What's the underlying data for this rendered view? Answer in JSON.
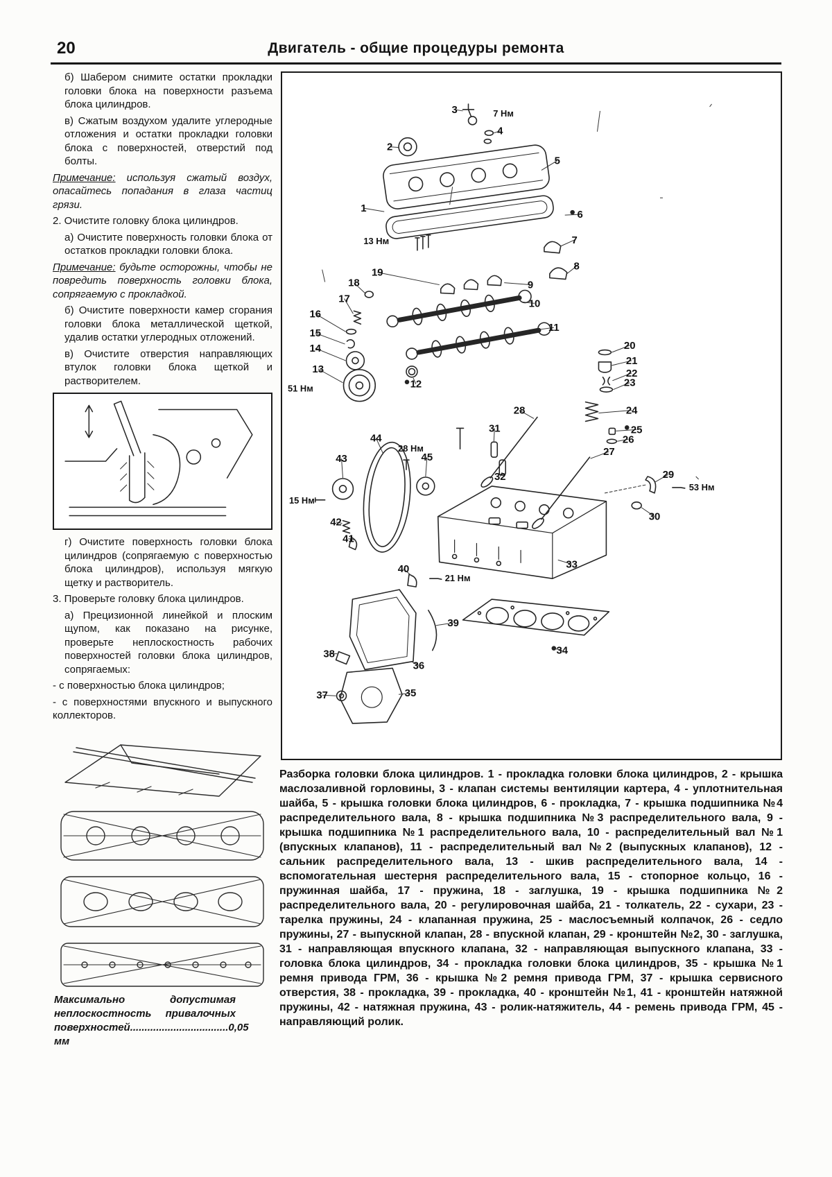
{
  "page": {
    "number": "20",
    "title": "Двигатель - общие процедуры ремонта"
  },
  "left": {
    "p1": "б) Шабером снимите остатки прокладки головки блока на поверхности разъема блока цилиндров.",
    "p2": "в) Сжатым воздухом удалите углеродные отложения и остатки прокладки головки блока с поверхностей, отверстий под болты.",
    "note1_label": "Примечание:",
    "note1_text": " используя сжатый воздух, опасайтесь попадания в глаза частиц грязи.",
    "p3": "2. Очистите головку блока цилиндров.",
    "p4": "а) Очистите поверхность головки блока от остатков прокладки головки блока.",
    "note2_label": "Примечание:",
    "note2_text": " будьте осторожны, чтобы не повредить поверхность головки блока, сопрягаемую с прокладкой.",
    "p5": "б) Очистите поверхности камер сгорания головки блока металлической щеткой, удалив остатки углеродных отложений.",
    "p6": "в) Очистите отверстия направляющих втулок головки блока щеткой и растворителем.",
    "p7": "г) Очистите поверхность головки блока цилиндров (сопрягаемую с поверхностью блока цилиндров), используя мягкую щетку и растворитель.",
    "p8": "3. Проверьте головку блока цилиндров.",
    "p9": "а) Прецизионной линейкой и плоским щупом, как показано на рисунке, проверьте неплоскостность рабочих поверхностей головки блока цилиндров, сопрягаемых:",
    "b1": "- с поверхностью блока цилиндров;",
    "b2": "- с поверхностями впускного и выпускного коллекторов.",
    "spec_label": "Максимально допустимая неплоскостность привалочных поверхностей",
    "spec_dots": "..................................",
    "spec_value": "0,05 мм"
  },
  "diagram": {
    "callouts": [
      "1",
      "2",
      "3",
      "4",
      "5",
      "6",
      "7",
      "8",
      "9",
      "10",
      "11",
      "12",
      "13",
      "14",
      "15",
      "16",
      "17",
      "18",
      "19",
      "20",
      "21",
      "22",
      "23",
      "24",
      "25",
      "26",
      "27",
      "28",
      "29",
      "30",
      "31",
      "32",
      "33",
      "34",
      "35",
      "36",
      "37",
      "38",
      "39",
      "40",
      "41",
      "42",
      "43",
      "44",
      "45"
    ],
    "torques": [
      "7 Нм",
      "13 Нм",
      "51 Нм",
      "28 Нм",
      "15 Нм",
      "21 Нм",
      "53 Нм"
    ]
  },
  "caption": "Разборка головки блока цилиндров. 1 - прокладка головки блока цилиндров, 2 - крышка маслозаливной горловины, 3 - клапан системы вентиляции картера, 4 - уплотнительная шайба, 5 - крышка головки блока цилиндров, 6 - прокладка, 7 - крышка подшипника №4 распределительного вала, 8 - крышка подшипника №3 распределительного вала, 9 - крышка подшипника №1 распределительного вала, 10 - распределительный вал №1 (впускных клапанов), 11 - распределительный вал №2 (выпускных клапанов), 12 - сальник распределительного вала, 13 - шкив распределительного вала, 14 - вспомогательная шестерня распределительного вала, 15 - стопорное кольцо, 16 - пружинная шайба, 17 - пружина, 18 - заглушка, 19 - крышка подшипника №2 распределительного вала, 20 - регулировочная шайба, 21 - толкатель, 22 - сухари, 23 - тарелка пружины, 24 - клапанная пружина, 25 - маслосъемный колпачок, 26 - седло пружины, 27 - выпускной клапан, 28 - впускной клапан, 29 - кронштейн №2, 30 - заглушка, 31 - направляющая впускного клапана, 32 - направляющая выпускного клапана, 33 - головка блока цилиндров, 34 - прокладка головки блока цилиндров, 35 - крышка №1 ремня привода ГРМ, 36 - крышка №2 ремня привода ГРМ, 37 - крышка сервисного отверстия, 38 - прокладка, 39 - прокладка, 40 - кронштейн №1, 41 - кронштейн натяжной пружины, 42 - натяжная пружина, 43 - ролик-натяжитель, 44 - ремень привода ГРМ, 45 - направляющий ролик."
}
